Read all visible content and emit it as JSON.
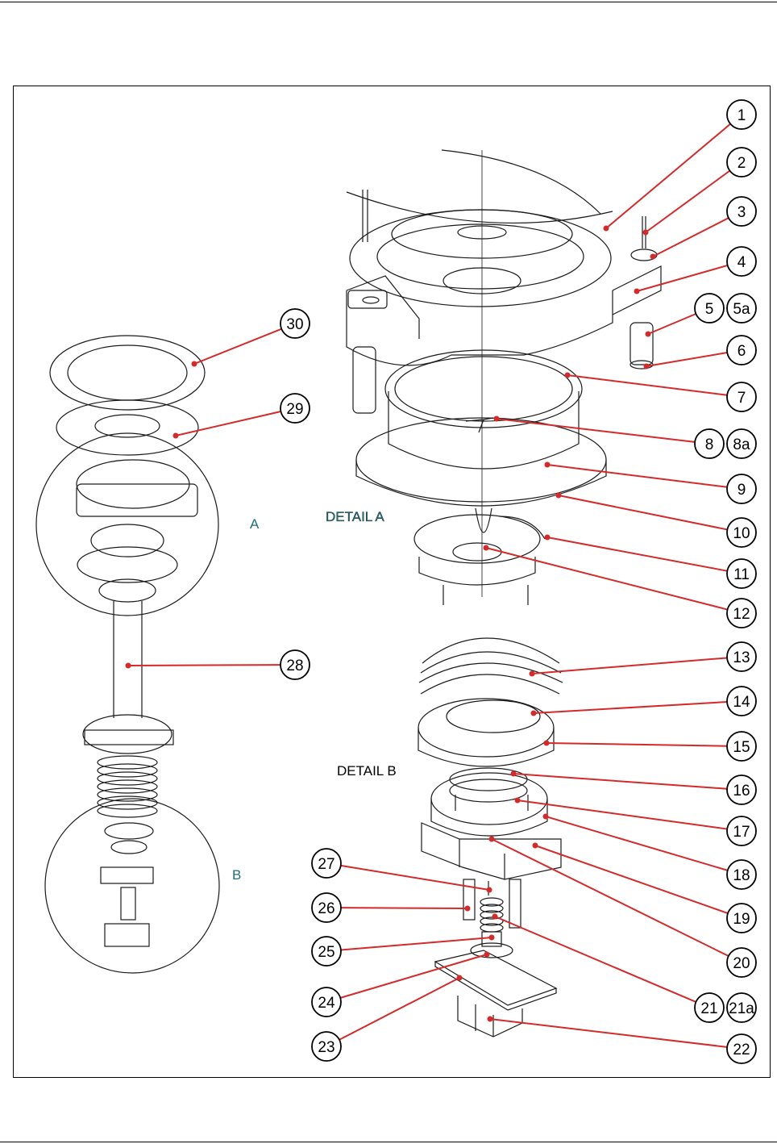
{
  "colors": {
    "leader": "#d32b2b",
    "outline": "#1a1a1a",
    "detail_letter": "#1f6f7a"
  },
  "labels": {
    "detail_a_title": "DETAIL A",
    "detail_b_title": "DETAIL B",
    "detail_a_letter": "A",
    "detail_b_letter": "B"
  },
  "callouts": [
    {
      "id": "1"
    },
    {
      "id": "2"
    },
    {
      "id": "3"
    },
    {
      "id": "4"
    },
    {
      "id": "5"
    },
    {
      "id": "5a"
    },
    {
      "id": "6"
    },
    {
      "id": "7"
    },
    {
      "id": "8"
    },
    {
      "id": "8a"
    },
    {
      "id": "9"
    },
    {
      "id": "10"
    },
    {
      "id": "11"
    },
    {
      "id": "12"
    },
    {
      "id": "13"
    },
    {
      "id": "14"
    },
    {
      "id": "15"
    },
    {
      "id": "16"
    },
    {
      "id": "17"
    },
    {
      "id": "18"
    },
    {
      "id": "19"
    },
    {
      "id": "20"
    },
    {
      "id": "21"
    },
    {
      "id": "21a"
    },
    {
      "id": "22"
    },
    {
      "id": "23"
    },
    {
      "id": "24"
    },
    {
      "id": "25"
    },
    {
      "id": "26"
    },
    {
      "id": "27"
    },
    {
      "id": "28"
    },
    {
      "id": "29"
    },
    {
      "id": "30"
    }
  ]
}
